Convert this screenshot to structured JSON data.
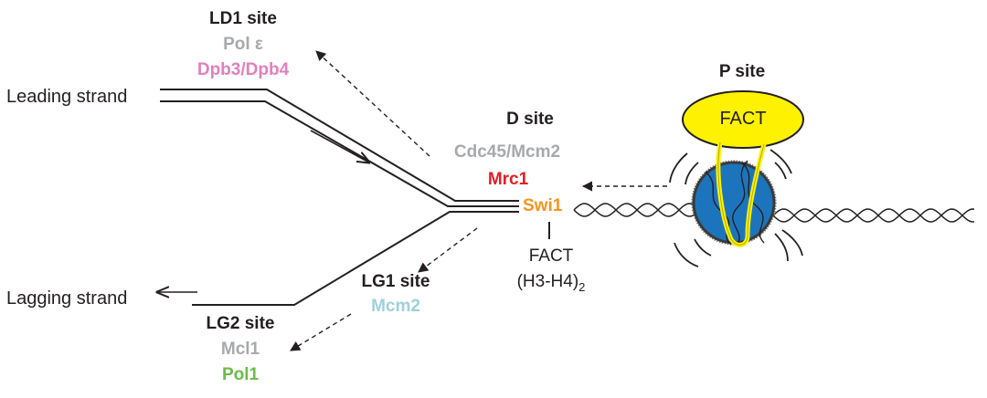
{
  "colors": {
    "dark": "#231f20",
    "gray": "#a7a9ac",
    "pink": "#e37fbd",
    "red": "#e31e24",
    "orange": "#f7941d",
    "lightblue": "#9fd0dc",
    "green": "#6abd45",
    "fact_fill": "#fff200",
    "nucleosome_fill": "#1c75bc"
  },
  "labels": {
    "leading_strand": "Leading strand",
    "lagging_strand": "Lagging strand",
    "ld1_site": "LD1 site",
    "pol_e": "Pol ε",
    "dpb3_dpb4": "Dpb3/Dpb4",
    "d_site": "D site",
    "cdc45_mcm2": "Cdc45/Mcm2",
    "mrc1": "Mrc1",
    "swi1": "Swi1",
    "fact_lower": "FACT",
    "h3h4": "(H3-H4)",
    "h3h4_sub": "2",
    "lg1_site": "LG1 site",
    "mcm2": "Mcm2",
    "lg2_site": "LG2 site",
    "mcl1": "Mcl1",
    "pol1": "Pol1",
    "p_site": "P site",
    "fact_top": "FACT"
  }
}
